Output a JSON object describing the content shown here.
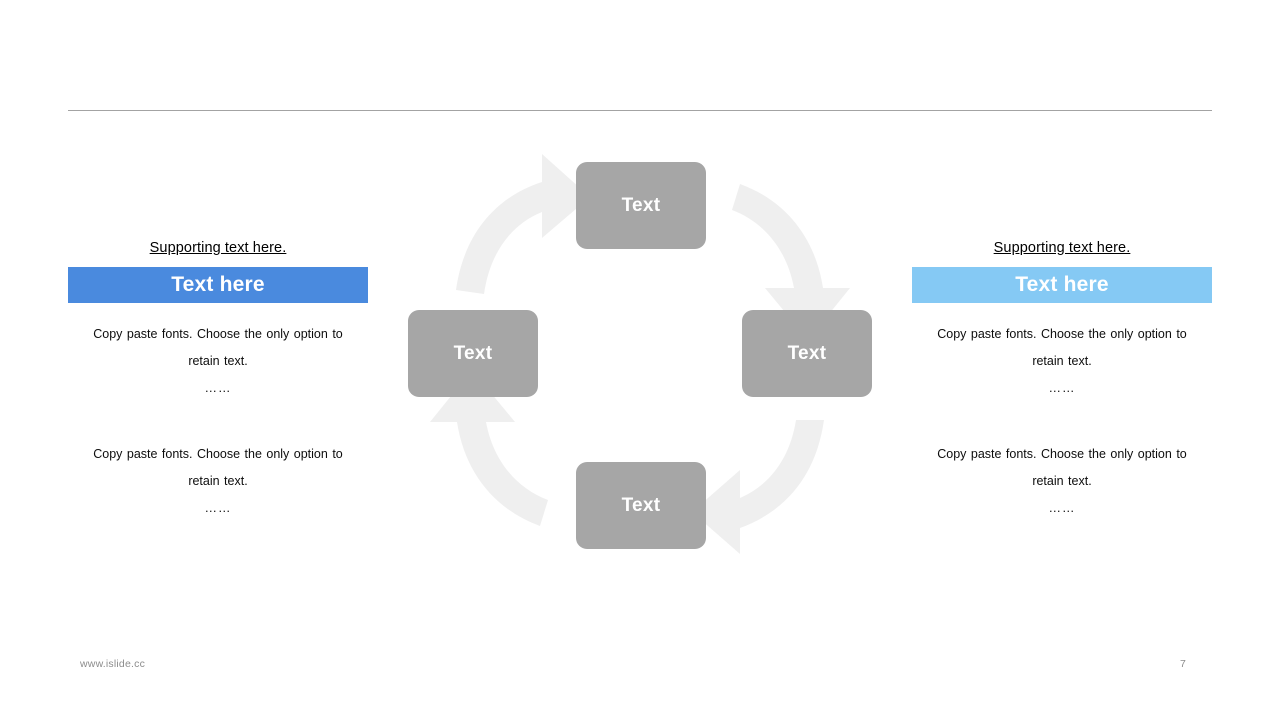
{
  "slide": {
    "title": "",
    "background_color": "#ffffff",
    "divider_color": "#a3a3a3"
  },
  "left_column": {
    "support_label": "Supporting text here.",
    "accent_color": "#4a8ade",
    "heading": "Text here",
    "body_line_1": "Copy paste fonts. Choose the only option",
    "body_line_2": "to retain text.",
    "body_dots": "……",
    "body2_line_1": "Copy paste fonts. Choose the only option",
    "body2_line_2": "to retain text.",
    "body2_dots": "……"
  },
  "right_column": {
    "support_label": "Supporting text here.",
    "accent_color": "#85c9f4",
    "heading": "Text here",
    "body_line_1": "Copy paste fonts. Choose the only option",
    "body_line_2": "to retain text.",
    "body_dots": "……",
    "body2_line_1": "Copy paste fonts. Choose the only option",
    "body2_line_2": "to retain text.",
    "body2_dots": "……"
  },
  "cycle_diagram": {
    "node_color": "#a6a6a6",
    "arrow_color": "#efefef",
    "direction": "clockwise",
    "nodes": [
      {
        "position": "top",
        "label": "Text"
      },
      {
        "position": "right",
        "label": "Text"
      },
      {
        "position": "bottom",
        "label": "Text"
      },
      {
        "position": "left",
        "label": "Text"
      }
    ],
    "arrows": [
      {
        "from": "left",
        "to": "top",
        "icon": "curved-arrow-up-right-icon"
      },
      {
        "from": "top",
        "to": "right",
        "icon": "curved-arrow-down-right-icon"
      },
      {
        "from": "right",
        "to": "bottom",
        "icon": "curved-arrow-down-left-icon"
      },
      {
        "from": "bottom",
        "to": "left",
        "icon": "curved-arrow-up-left-icon"
      }
    ]
  },
  "footer": {
    "website": "www.islide.cc",
    "page_number": "7"
  }
}
